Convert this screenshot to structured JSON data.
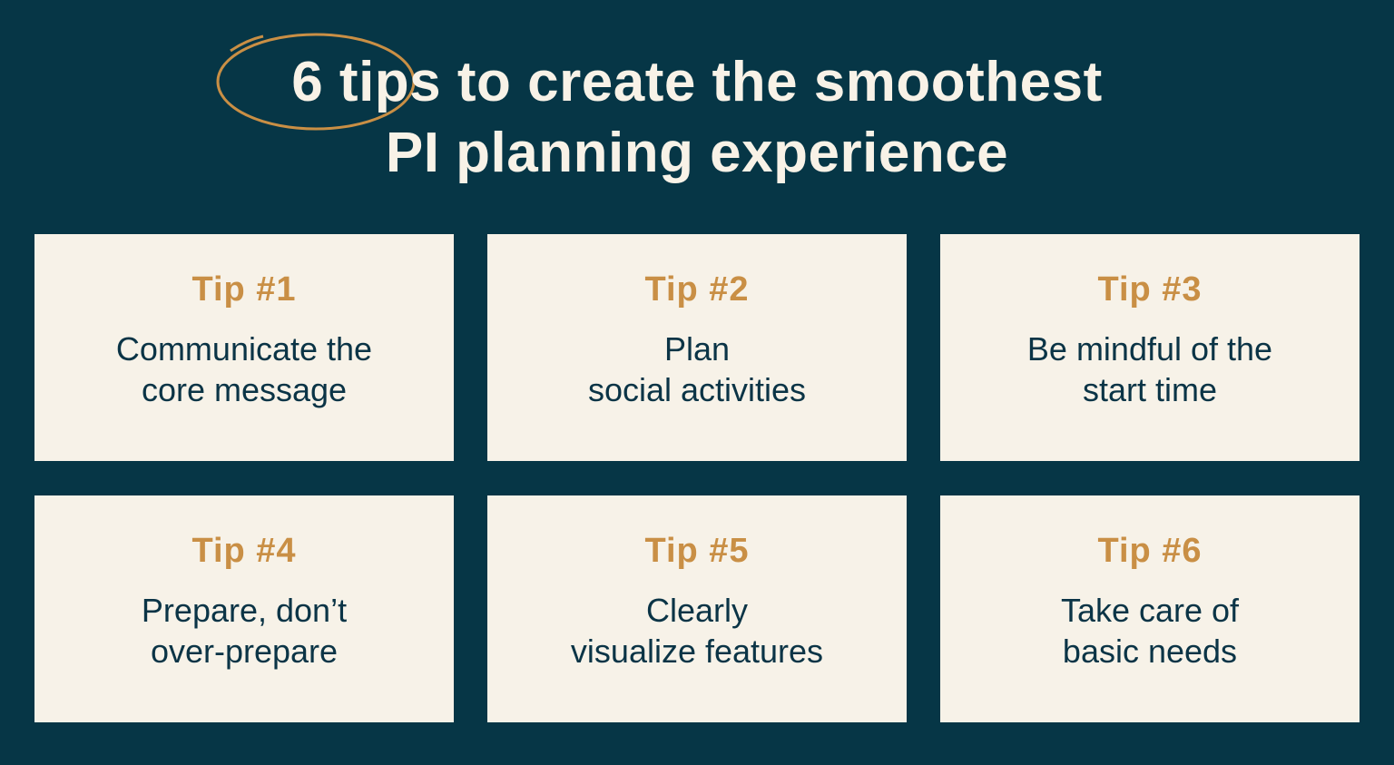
{
  "header": {
    "title_highlight": "6 tips",
    "title_rest_line1": " to create the smoothest",
    "title_line2": "PI planning experience",
    "highlight_color": "#c98f45"
  },
  "colors": {
    "background": "#063646",
    "card": "#f7f2e8",
    "tip_label": "#c98f45",
    "tip_text": "#0b3446"
  },
  "tips": [
    {
      "label": "Tip #1",
      "line1": "Communicate the",
      "line2": "core message"
    },
    {
      "label": "Tip #2",
      "line1": "Plan",
      "line2": "social activities"
    },
    {
      "label": "Tip #3",
      "line1": "Be mindful of the",
      "line2": "start time"
    },
    {
      "label": "Tip #4",
      "line1": "Prepare, don’t",
      "line2": "over-prepare"
    },
    {
      "label": "Tip #5",
      "line1": "Clearly",
      "line2": "visualize features"
    },
    {
      "label": "Tip #6",
      "line1": "Take care of",
      "line2": "basic needs"
    }
  ]
}
